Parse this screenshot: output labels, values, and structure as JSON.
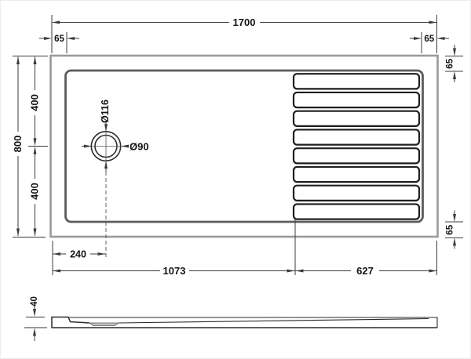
{
  "plan": {
    "overall_width": "1700",
    "left_rim": "65",
    "right_rim": "65",
    "overall_depth": "800",
    "front_section": "400",
    "back_section": "400",
    "tread_top_rim": "65",
    "tread_bottom_rim": "65",
    "drain_recess_dia": "Ø116",
    "drain_waste_dia": "Ø90",
    "drain_offset": "240",
    "showering_area_length": "1073",
    "tread_area_length": "627",
    "slat_count": 8
  },
  "side": {
    "tray_height": "40"
  },
  "colors": {
    "tray_outline": "#9a9a9a",
    "basin_outline": "#5c5c5c",
    "slat_line": "#1e1e1e",
    "dimension_line": "#3c3c3c",
    "text": "#141414",
    "background": "#ffffff"
  }
}
